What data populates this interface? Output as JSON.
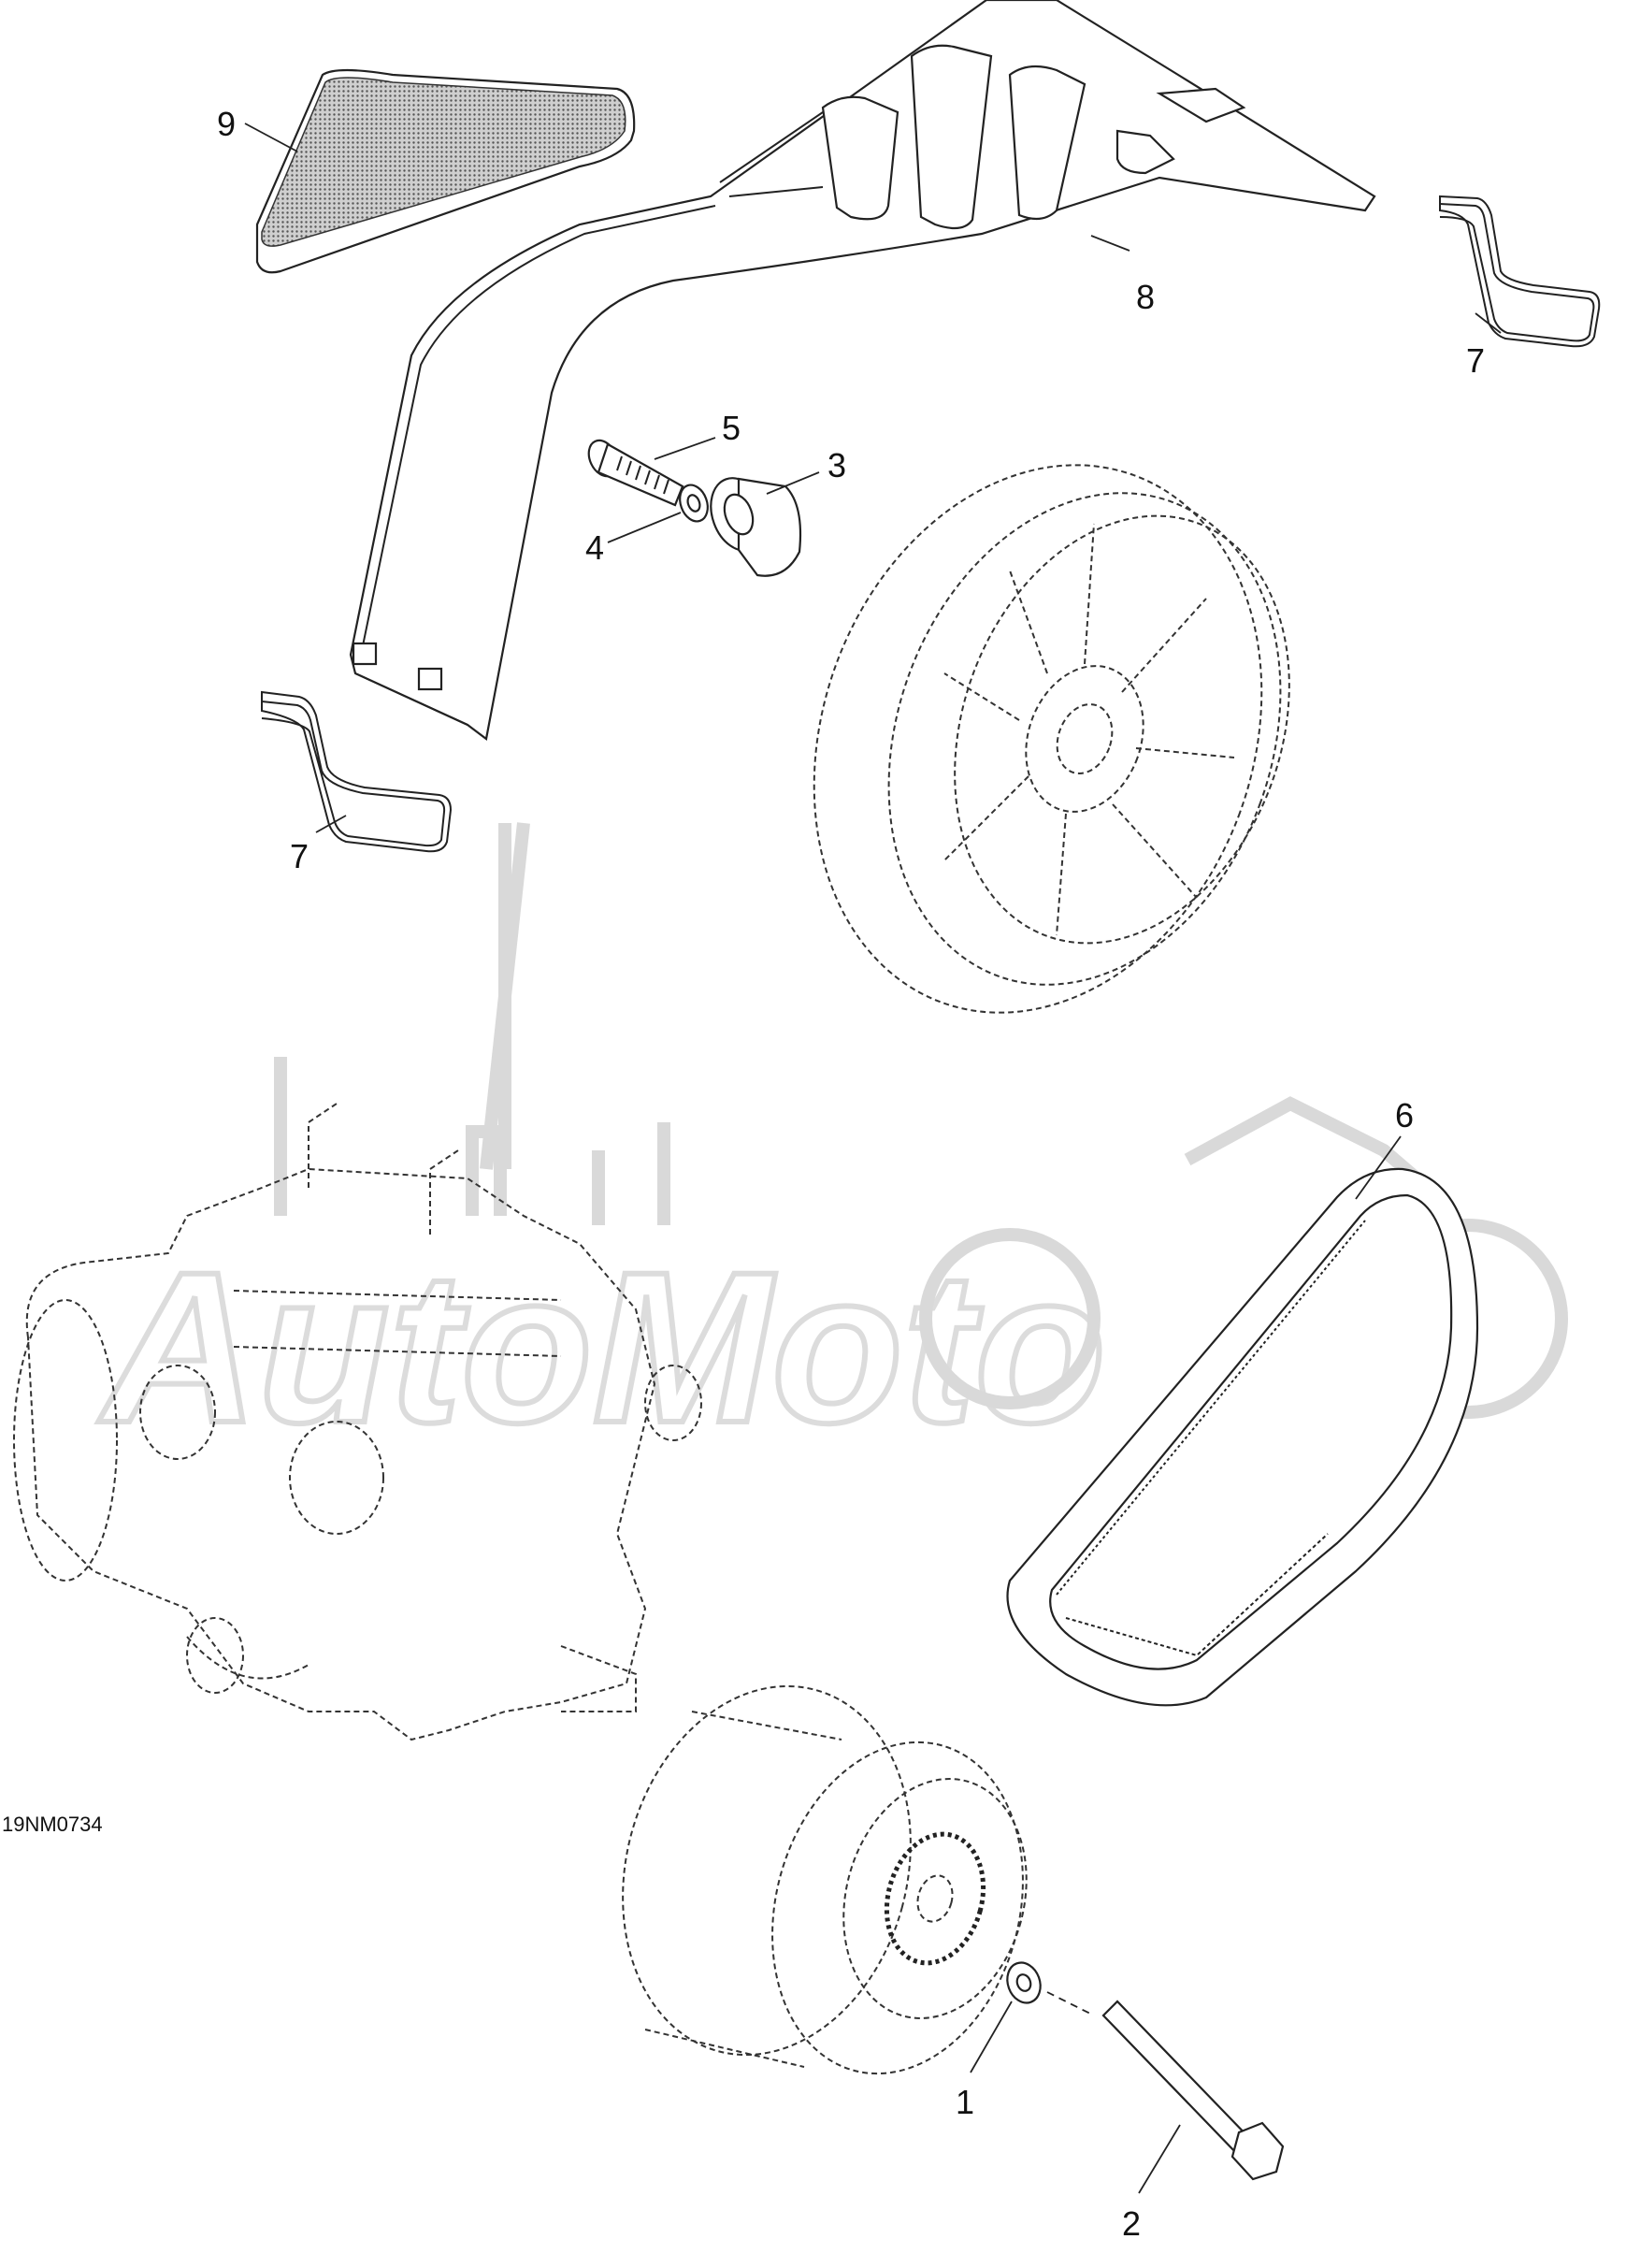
{
  "drawing_code": "19NM0734",
  "watermark_text": "AutoMoto",
  "callouts": [
    {
      "id": "c1",
      "label": "1"
    },
    {
      "id": "c2",
      "label": "2"
    },
    {
      "id": "c3",
      "label": "3"
    },
    {
      "id": "c4",
      "label": "4"
    },
    {
      "id": "c5",
      "label": "5"
    },
    {
      "id": "c6",
      "label": "6"
    },
    {
      "id": "c7a",
      "label": "7"
    },
    {
      "id": "c7b",
      "label": "7"
    },
    {
      "id": "c8",
      "label": "8"
    },
    {
      "id": "c9",
      "label": "9"
    }
  ],
  "parts": [
    {
      "name": "drive-pulley",
      "ref": "1"
    },
    {
      "name": "drive-pulley-bolt",
      "ref": "2"
    },
    {
      "name": "spacer",
      "ref": "3"
    },
    {
      "name": "washer",
      "ref": "4"
    },
    {
      "name": "guard-screw",
      "ref": "5"
    },
    {
      "name": "drive-belt",
      "ref": "6"
    },
    {
      "name": "guard-label",
      "ref": "7"
    },
    {
      "name": "belt-guard",
      "ref": "8"
    },
    {
      "name": "foam-pad",
      "ref": "9"
    }
  ]
}
